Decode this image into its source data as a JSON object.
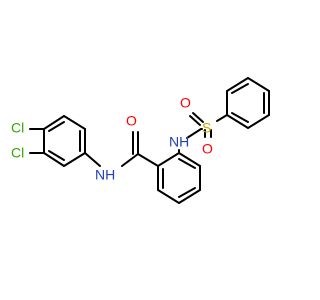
{
  "atoms": {
    "cl_top": {
      "label": "Cl",
      "color": "#33a600"
    },
    "cl_bottom": {
      "label": "Cl",
      "color": "#33a600"
    },
    "amide_n": {
      "label": "NH",
      "color": "#1f3fbf"
    },
    "carbonyl_o": {
      "label": "O",
      "color": "#ff0000"
    },
    "sulfonamide_n": {
      "label": "NH",
      "color": "#1f3fbf"
    },
    "sulfur": {
      "label": "S",
      "color": "#c8a600"
    },
    "sulfonyl_o_left": {
      "label": "O",
      "color": "#ff0000"
    },
    "sulfonyl_o_bottom": {
      "label": "O",
      "color": "#ff0000"
    }
  },
  "colors": {
    "bond": "#000000",
    "background": "#ffffff"
  }
}
